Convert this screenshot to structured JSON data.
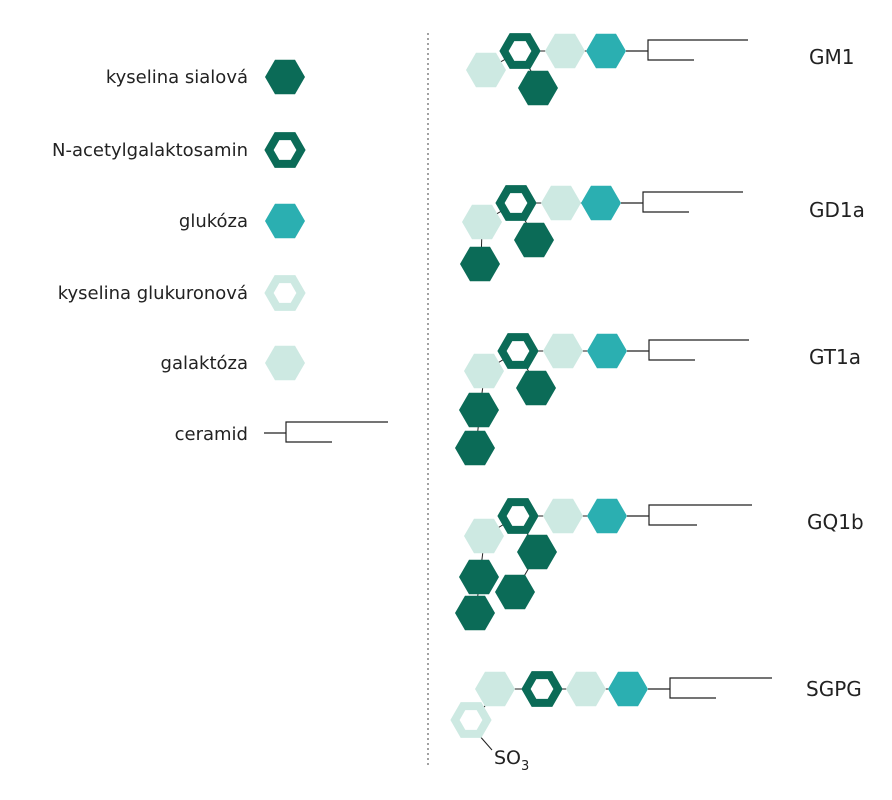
{
  "legend": {
    "sialic_acid": "kyselina sialová",
    "galnac": "N-acetylgalaktosamin",
    "glucose": "glukóza",
    "glucuronic_acid": "kyselina glukuronová",
    "galactose": "galaktóza",
    "ceramide": "ceramid"
  },
  "structures": [
    {
      "name": "GM1"
    },
    {
      "name": "GD1a"
    },
    {
      "name": "GT1a"
    },
    {
      "name": "GQ1b"
    },
    {
      "name": "SGPG"
    }
  ],
  "sulfate": {
    "base": "SO",
    "subscript": "3"
  },
  "colors": {
    "sialic_acid": "#0b6b57",
    "galnac": "#0b6b57",
    "glucose": "#2bafb1",
    "glucuronic_acid": "#cde9e2",
    "galactose": "#cde9e2",
    "line": "#222222"
  }
}
